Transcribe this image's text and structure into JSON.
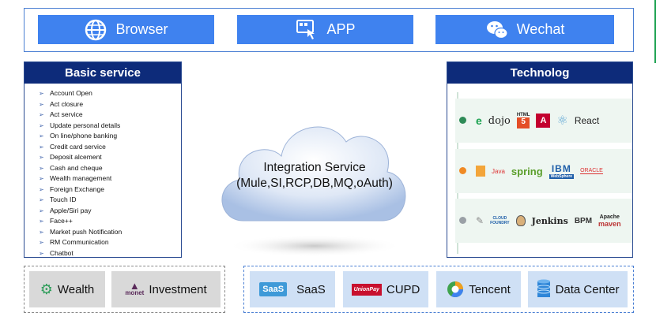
{
  "channels": {
    "browser_label": "Browser",
    "app_label": "APP",
    "wechat_label": "Wechat"
  },
  "basic_service": {
    "title": "Basic service",
    "items": [
      "Account Open",
      "Act closure",
      "Act service",
      "Update personal details",
      "On line/phone banking",
      "Credit card service",
      "Deposit alcement",
      "Cash and cheque",
      "Wealth management",
      "Foreign Exchange",
      "Touch ID",
      "Apple/Siri pay",
      "Face++",
      "Market push Notification",
      "RM Communication",
      "Chatbot"
    ]
  },
  "technology": {
    "title": "Technolog",
    "row1": {
      "dojo": "dojo",
      "html": "HTML",
      "react": "React"
    },
    "row2": {
      "java": "Java",
      "spring": "spring",
      "ibm": "IBM",
      "websphere": "WebSphere",
      "oracle": "ORACLE"
    },
    "row3": {
      "cloud": "CLOUD",
      "foundry": "FOUNDRY",
      "jenkins": "Jenkins",
      "bpm": "BPM",
      "apache": "Apache",
      "maven": "maven"
    }
  },
  "integration": {
    "line1": "Integration Service",
    "line2": "(Mule,SI,RCP,DB,MQ,oAuth)"
  },
  "business": {
    "wealth": "Wealth",
    "investment": "Investment",
    "monet": "monet"
  },
  "partners": {
    "saas_badge": "SaaS",
    "saas": "SaaS",
    "unionpay": "UnionPay",
    "cupd": "CUPD",
    "tencent": "Tencent",
    "data_center": "Data Center"
  },
  "colors": {
    "channel_blue": "#3f82ef",
    "panel_navy": "#0d2b7a",
    "tile_grey": "#d9d9d9",
    "tile_blue": "#cfe0f5"
  }
}
